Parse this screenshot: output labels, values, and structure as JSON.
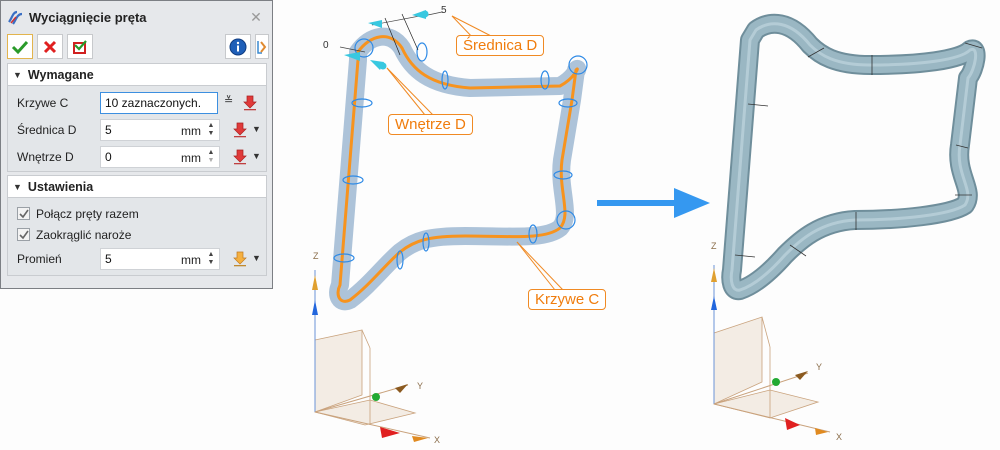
{
  "panel": {
    "title": "Wyciągnięcie pręta",
    "toolbar": {
      "ok": "ok-check",
      "cancel": "cancel-x",
      "apply": "apply-check"
    },
    "sections": [
      {
        "title": "Wymagane",
        "rows": [
          {
            "label": "Krzywe C",
            "value": "10 zaznaczonych.",
            "unit": ""
          },
          {
            "label": "Średnica D",
            "value": "5",
            "unit": "mm"
          },
          {
            "label": "Wnętrze D",
            "value": "0",
            "unit": "mm"
          }
        ]
      },
      {
        "title": "Ustawienia",
        "checkboxes": [
          {
            "label": "Połącz pręty razem",
            "checked": true
          },
          {
            "label": "Zaokrąglić naroże",
            "checked": true
          }
        ],
        "rows": [
          {
            "label": "Promień",
            "value": "5",
            "unit": "mm"
          }
        ]
      }
    ]
  },
  "viewport": {
    "callouts": {
      "diameter": "Średnica D",
      "inner": "Wnętrze D",
      "curve": "Krzywe C"
    },
    "handle_labels": {
      "outer": "5",
      "inner": "0"
    },
    "axes": {
      "x": "X",
      "y": "Y",
      "z": "Z"
    },
    "colors": {
      "tube_wire": "#2e8ae6",
      "tube_fill": "#9fb8d2",
      "curve": "#f7931e",
      "result_tube": "#9ab7c3",
      "arrow": "#3598f0",
      "callout": "#f08a24"
    }
  }
}
